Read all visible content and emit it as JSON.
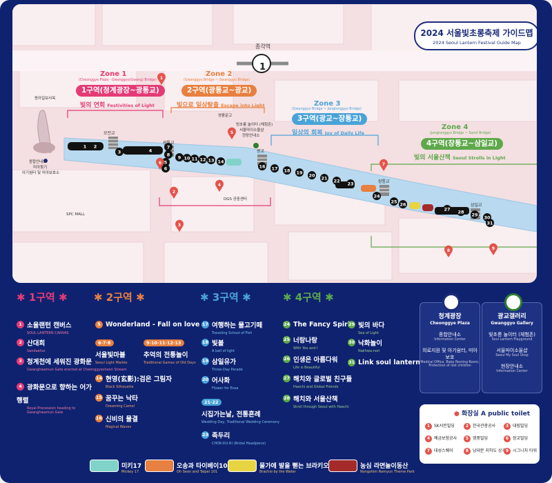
{
  "title": {
    "ko": "2024 서울빛초롱축제 가이드맵",
    "en": "2024 Seoul Lantern Festival Guide Map"
  },
  "station": {
    "name": "종각역",
    "line": "1"
  },
  "zones": [
    {
      "title": "Zone 1",
      "sub": "(Cheonggye Plaza - Gwanggyo(Gwang) Bridge)",
      "pill": "1구역(청계광장~광통교)",
      "theme_ko": "빛의 연회",
      "theme_en": "Festivities of Light",
      "color": "#e43b76"
    },
    {
      "title": "Zone 2",
      "sub": "(Gwanggyo Bridge ~ Gwanggyo Bridge)",
      "pill": "2구역(광통교~광교)",
      "theme_ko": "빛으로 일상탈출",
      "theme_en": "Escape into Light",
      "color": "#e78040"
    },
    {
      "title": "Zone 3",
      "sub": "(Gwanggyo Bridge ~ Jangtonggyo Bridge)",
      "pill": "3구역(광교~장통교)",
      "theme_ko": "일상의 회복",
      "theme_en": "Joy of Daily Life",
      "color": "#4aa3d8"
    },
    {
      "title": "Zone 4",
      "sub": "(Jangtonggyo Bridge ~ Samil Bridge)",
      "pill": "4구역(장통교~삼일교)",
      "theme_ko": "빛의 서울산책",
      "theme_en": "Seoul Strolls in Light",
      "color": "#5ea84a"
    }
  ],
  "bridges": [
    "모전교",
    "광통교",
    "광교",
    "장통교",
    "삼일교"
  ],
  "map_labels": {
    "landmark": "동아일보사옥",
    "info_center": "종합안내소",
    "info_sub": "미아찾기",
    "info_sub2": "아기쉼터 및 미아보호소",
    "spc": "SPC MALL",
    "bing": "빙초롱 놀이터 (체험존)",
    "shop": "서울마이소울샵",
    "tourist": "현장안내소",
    "guide": "영풍문고",
    "dgs": "DGS 공중센터"
  },
  "route_nums": [
    "1",
    "2",
    "3",
    "4",
    "5",
    "6",
    "7",
    "8",
    "9",
    "10",
    "11",
    "12",
    "13",
    "14",
    "16",
    "17",
    "18",
    "19",
    "20",
    "21",
    "22",
    "23",
    "24",
    "25",
    "26",
    "27",
    "28",
    "29",
    "30",
    "31"
  ],
  "map_pins": [
    "1",
    "2",
    "3",
    "4",
    "5",
    "6",
    "7",
    "8",
    "9"
  ],
  "legend": {
    "zone1": {
      "head": "1구역",
      "items": [
        {
          "n": "1",
          "ko": "소울랜턴 캔버스",
          "en": "SOUL LANTERN CANVAS"
        },
        {
          "n": "2",
          "ko": "산대희",
          "en": "Sandaehui"
        },
        {
          "n": "3",
          "ko": "청계천에 세워진 광화문",
          "en": "Gwanghwamun Gate erected at Cheonggyecheon Stream"
        },
        {
          "n": "4",
          "ko": "광화문으로 향하는 어가행렬",
          "en": "Royal Procession heading to Gwanghwamun Gate"
        }
      ]
    },
    "zone2": {
      "head": "2구역",
      "items": [
        {
          "n": "5",
          "ko": "Wonderland - Fall on love",
          "en": ""
        },
        {
          "n": "6·7·8",
          "ko": "서울빛마블",
          "en": "Seoul Light Marble"
        },
        {
          "n": "9·10·11·12·13",
          "ko": "추억의 전통놀이",
          "en": "Traditional Games of Old Days"
        },
        {
          "n": "14",
          "ko": "현영(玄影):검은 그림자",
          "en": "Black Silhouette"
        },
        {
          "n": "15",
          "ko": "꿈꾸는 낙타",
          "en": "Dreaming Camel"
        },
        {
          "n": "16",
          "ko": "신비의 물결",
          "en": "Magical Waves"
        }
      ]
    },
    "zone3": {
      "head": "3구역",
      "items": [
        {
          "n": "17",
          "ko": "여행하는 물고기떼",
          "en": "Traveling School of Fish"
        },
        {
          "n": "18",
          "ko": "빛볼",
          "en": "A ball of light"
        },
        {
          "n": "19",
          "ko": "삼일유가",
          "en": "Three-Day Parade"
        },
        {
          "n": "20",
          "ko": "어사화",
          "en": "Flower for Eosa"
        },
        {
          "n": "21·22",
          "ko": "시집가는날, 전통혼례",
          "en": "Wedding Day, Traditional Wedding Ceremony"
        },
        {
          "n": "23",
          "ko": "족두리",
          "en": "CHOK-DU-RI (Bridal Headpiece)"
        }
      ]
    },
    "zone4": {
      "head": "4구역",
      "items": [
        {
          "n": "24",
          "ko": "The Fancy Spirit",
          "en": ""
        },
        {
          "n": "25",
          "ko": "너랑나랑",
          "en": "With You and I"
        },
        {
          "n": "26",
          "ko": "인생은 아름다워",
          "en": "Life is Beautiful"
        },
        {
          "n": "27",
          "ko": "해치와 글로벌 친구들",
          "en": "Haechi and Global Friends"
        },
        {
          "n": "28",
          "ko": "해치와 서울산책",
          "en": "Stroll through Seoul with Haechi"
        },
        {
          "n": "29",
          "ko": "빛의 바다",
          "en": "Sea of Light"
        },
        {
          "n": "30",
          "ko": "낙화놀이",
          "en": "Nakhwa-nori"
        },
        {
          "n": "31",
          "ko": "Link soul lantern",
          "en": ""
        }
      ]
    }
  },
  "cards": [
    {
      "ko": "청계광장",
      "en": "Cheonggye Plaza",
      "l1k": "종합안내소",
      "l1e": "Information Center",
      "l2k": "의료지원 및 아기쉼터, 미아보호",
      "l2e": "Medical Office, Baby Resting Room, Protection of lost children"
    },
    {
      "ko": "광교갤러리",
      "en": "Gwanggyo Gallery",
      "l1k": "빛초롱 놀이터 (체험존)",
      "l1e": "Soul Lantern Playground",
      "l2k": "서울마이소울샵",
      "l2e": "Seoul My Soul Shop",
      "l3k": "현장안내소",
      "l3e": "Information Center"
    }
  ],
  "toilet": {
    "ko": "화장실",
    "en": "A public toilet",
    "items": [
      {
        "n": "1",
        "t": "SK서린빌딩"
      },
      {
        "n": "2",
        "t": "한국관광공사"
      },
      {
        "n": "3",
        "t": "대림빌딩"
      },
      {
        "n": "4",
        "t": "예금보험공사"
      },
      {
        "n": "5",
        "t": "영풍빌딩"
      },
      {
        "n": "6",
        "t": "장교빌딩"
      },
      {
        "n": "7",
        "t": "대성스퀘어"
      },
      {
        "n": "8",
        "t": "남대문 지하도 상가"
      },
      {
        "n": "9",
        "t": "시그니처 타워"
      }
    ]
  },
  "bottom": [
    {
      "ko": "미키17",
      "en": "Mickey 17",
      "color": "#7fd3c8"
    },
    {
      "ko": "오송과 타이베이101",
      "en": "Oh Seon and Taipei 101",
      "color": "#e78040"
    },
    {
      "ko": "물가에 발을 뻗는 브라키오",
      "en": "Brachio by the Water",
      "color": "#e8d443"
    },
    {
      "ko": "농심 라면놀이동산",
      "en": "Nongshim Ramyun Theme Park",
      "color": "#a52a2a"
    }
  ],
  "colors": {
    "navy": "#0f2270",
    "river": "#b8d9ef",
    "map_bg": "#f4dfe2"
  }
}
